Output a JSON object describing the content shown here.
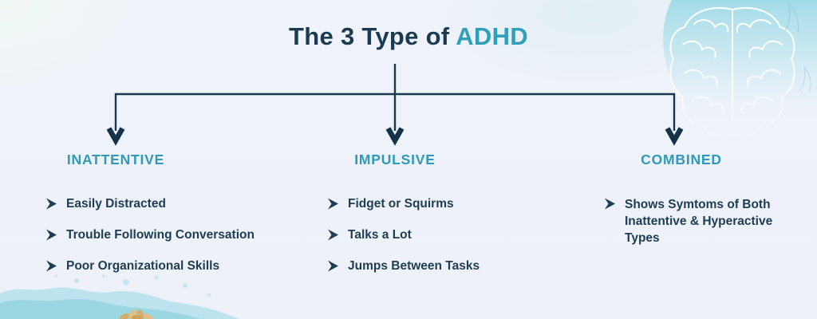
{
  "title": {
    "prefix": "The 3 Type of ",
    "highlight": "ADHD"
  },
  "columns": [
    {
      "header": "INATTENTIVE",
      "items": [
        {
          "text": "Easily Distracted"
        },
        {
          "text": "Trouble Following Conversation"
        },
        {
          "text": "Poor Organizational Skills"
        }
      ]
    },
    {
      "header": "IMPULSIVE",
      "items": [
        {
          "text": "Fidget or Squirms"
        },
        {
          "text": "Talks a Lot"
        },
        {
          "text": "Jumps Between Tasks"
        }
      ]
    },
    {
      "header": "COMBINED",
      "items": [
        {
          "text": "Shows Symtoms of Both Inattentive & Hyperactive Types"
        }
      ]
    }
  ],
  "colors": {
    "dark_navy": "#1b3a52",
    "accent_teal": "#2fa0bc",
    "connector": "#17384d",
    "background": "#eef2f9",
    "watercolor_teal": "#9fd8e6",
    "gold": "#d9a85c"
  },
  "icons": {
    "bullet": "chevron-right-arrow-icon",
    "decorations": [
      "brain-illustration",
      "watercolor-splash",
      "flower-decoration"
    ]
  }
}
